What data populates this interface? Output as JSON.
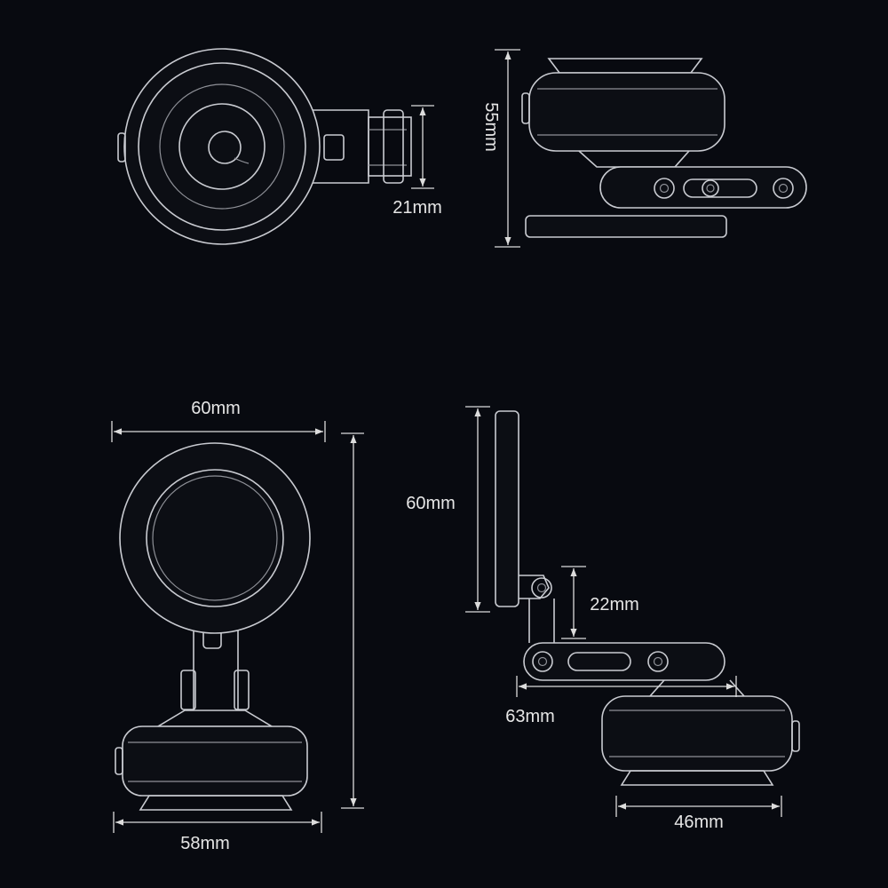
{
  "labels": {
    "top_arm_height": "21mm",
    "side_total_height": "55mm",
    "front_width": "60mm",
    "front_base_width": "58mm",
    "side_mirror_height": "60mm",
    "side_joint_height": "22mm",
    "side_arm_length": "63mm",
    "side_base_width": "46mm"
  },
  "colors": {
    "background": "#080a10",
    "outline": "#c9cbd1",
    "dimension": "#dcdcdc",
    "text": "#e6e6e6"
  }
}
